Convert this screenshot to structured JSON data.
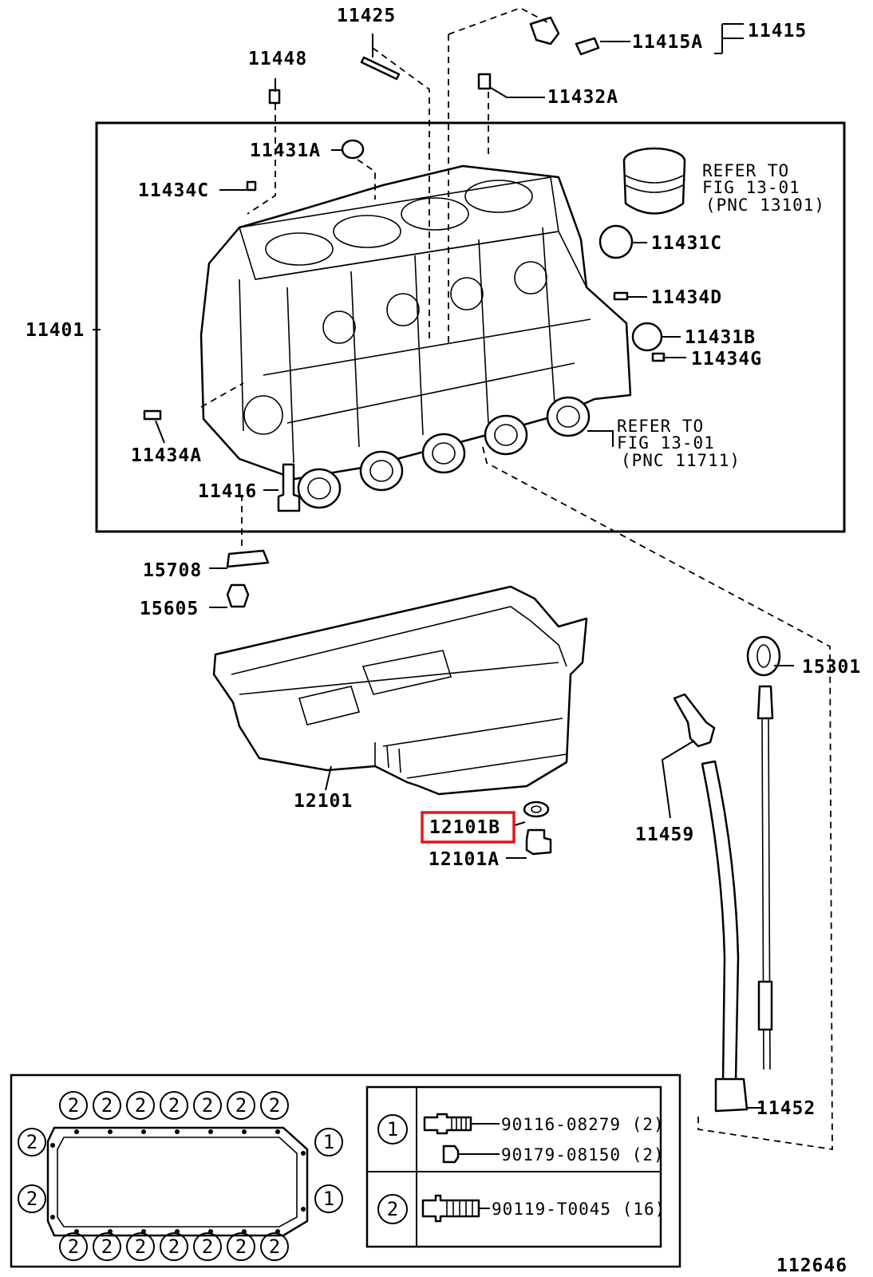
{
  "callouts": {
    "p11425": "11425",
    "p11415": "11415",
    "p11415A": "11415A",
    "p11448": "11448",
    "p11432A": "11432A",
    "p11431A": "11431A",
    "p11434C": "11434C",
    "p11431C": "11431C",
    "p11434D": "11434D",
    "p11401": "11401",
    "p11431B": "11431B",
    "p11434G": "11434G",
    "p11434A": "11434A",
    "p11416": "11416",
    "p15708": "15708",
    "p15605": "15605",
    "p15301": "15301",
    "p12101": "12101",
    "p12101B": "12101B",
    "p12101A": "12101A",
    "p11459": "11459",
    "p11452": "11452",
    "p112646": "112646"
  },
  "refer_piston": {
    "line1": "REFER TO",
    "line2": "FIG 13-01",
    "line3": "(PNC 13101)"
  },
  "refer_bearing": {
    "line1": "REFER TO",
    "line2": "FIG 13-01",
    "line3": "(PNC 11711)"
  },
  "legend": {
    "marker1": "1",
    "marker2": "2",
    "rows": [
      {
        "marker": "1",
        "part": "90116-08279 (2)"
      },
      {
        "marker": "1",
        "part": "90179-08150 (2)"
      },
      {
        "marker": "2",
        "part": "90119-T0045 (16)"
      }
    ]
  },
  "highlight_color": "#e0161c"
}
